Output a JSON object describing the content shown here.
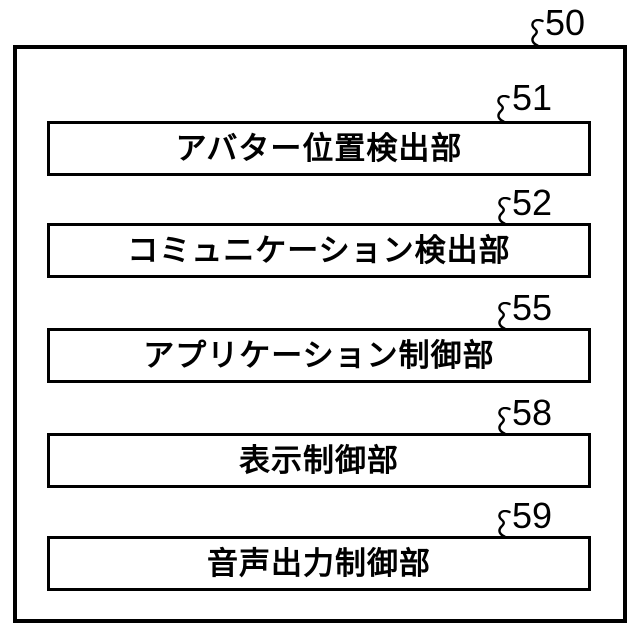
{
  "figure": {
    "outer": {
      "ref": "50"
    },
    "blocks": [
      {
        "ref": "51",
        "label": "アバター位置検出部"
      },
      {
        "ref": "52",
        "label": "コミュニケーション検出部"
      },
      {
        "ref": "55",
        "label": "アプリケーション制御部"
      },
      {
        "ref": "58",
        "label": "表示制御部"
      },
      {
        "ref": "59",
        "label": "音声出力制御部"
      }
    ],
    "colors": {
      "line": "#000000",
      "background": "#ffffff"
    }
  }
}
